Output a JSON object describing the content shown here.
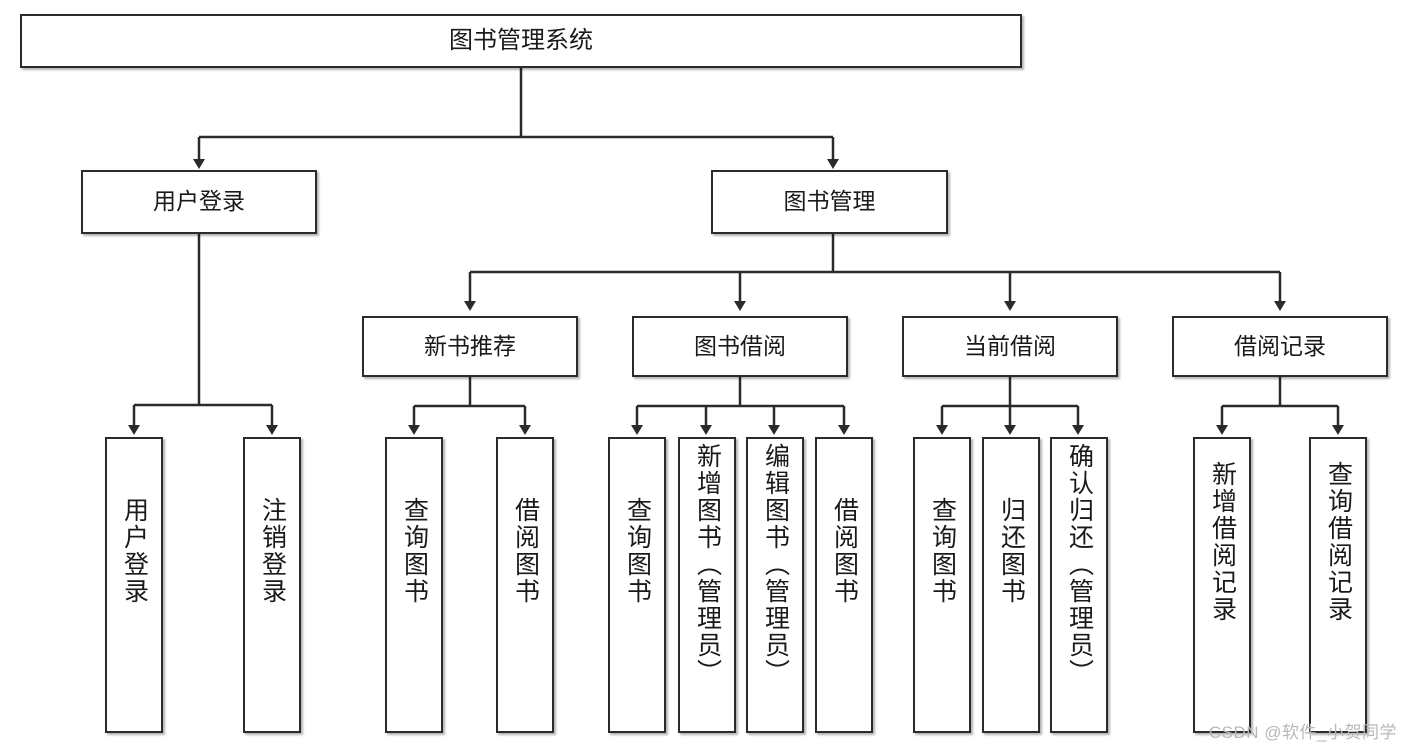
{
  "diagram": {
    "title_node": {
      "label": "图书管理系统"
    },
    "level1": [
      {
        "id": "user-login",
        "label": "用户登录"
      },
      {
        "id": "book-manage",
        "label": "图书管理"
      }
    ],
    "level2": [
      {
        "id": "new-book-recommend",
        "label": "新书推荐"
      },
      {
        "id": "book-borrow",
        "label": "图书借阅"
      },
      {
        "id": "current-borrow",
        "label": "当前借阅"
      },
      {
        "id": "borrow-record",
        "label": "借阅记录"
      }
    ],
    "leaves": [
      {
        "id": "leaf-user-login",
        "label": "用户登录"
      },
      {
        "id": "leaf-logout-login",
        "label": "注销登录"
      },
      {
        "id": "leaf-query-book-1",
        "label": "查询图书"
      },
      {
        "id": "leaf-borrow-book-1",
        "label": "借阅图书"
      },
      {
        "id": "leaf-query-book-2",
        "label": "查询图书"
      },
      {
        "id": "leaf-add-book",
        "label": "新增图书（管理员）"
      },
      {
        "id": "leaf-edit-book",
        "label": "编辑图书（管理员）"
      },
      {
        "id": "leaf-borrow-book-2",
        "label": "借阅图书"
      },
      {
        "id": "leaf-query-book-3",
        "label": "查询图书"
      },
      {
        "id": "leaf-return-book",
        "label": "归还图书"
      },
      {
        "id": "leaf-confirm-return",
        "label": "确认归还（管理员）"
      },
      {
        "id": "leaf-add-record",
        "label": "新增借阅记录"
      },
      {
        "id": "leaf-query-record",
        "label": "查询借阅记录"
      }
    ],
    "watermark": "CSDN @软件_小贺同学",
    "colors": {
      "stroke": "#2b2b2b",
      "fill": "#ffffff",
      "text": "#1a1a1a",
      "watermark": "#b8b8b8"
    }
  }
}
